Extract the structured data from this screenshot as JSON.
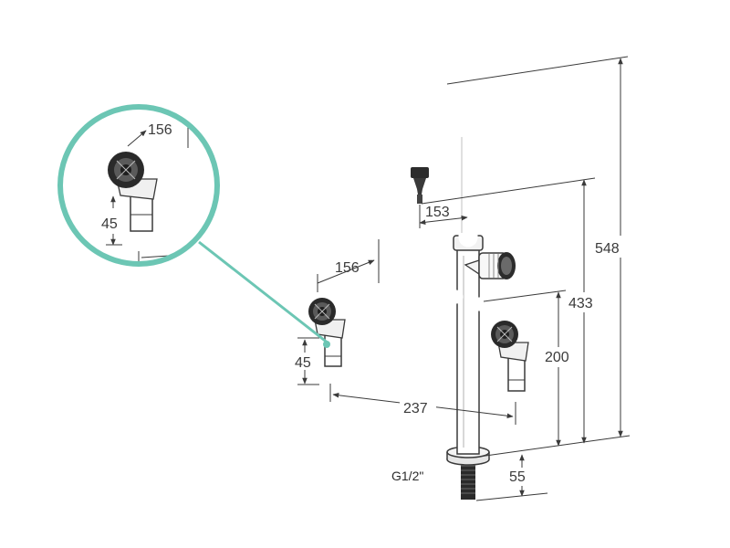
{
  "dimensions": {
    "overall_height": "548",
    "spout_height": "433",
    "side_height": "200",
    "base_height": "55",
    "spout_reach": "153",
    "arm_span": "237",
    "valve_offset": "156",
    "outlet_drop": "45",
    "detail_offset": "156",
    "detail_drop": "45"
  },
  "thread_label": "G1/2\"",
  "colors": {
    "accent": "#6cc6b4",
    "line": "#3a3a3a",
    "fitting": "#2c2c2c"
  }
}
